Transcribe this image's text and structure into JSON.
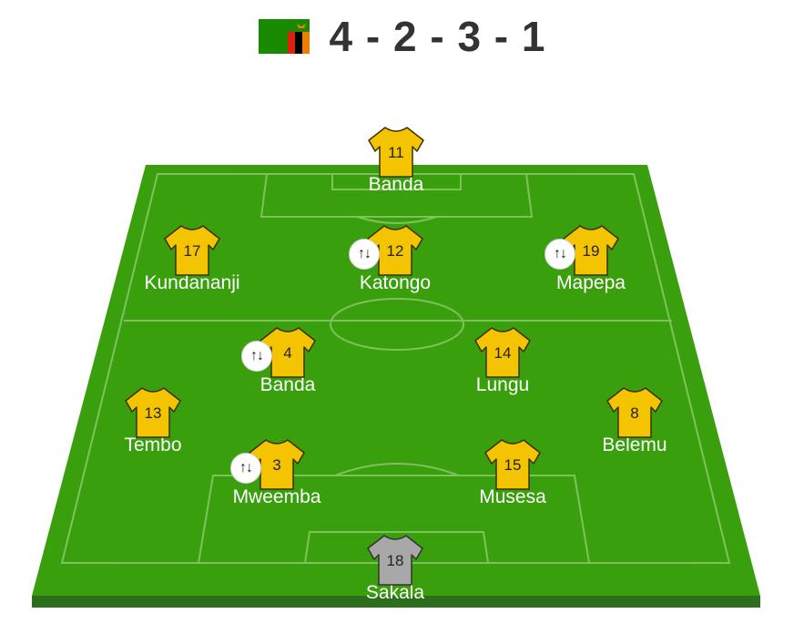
{
  "lineup": {
    "formation": "4 - 2 - 3 - 1",
    "team_flag": "zambia-flag",
    "colors": {
      "pitch": "#3a9f0d",
      "pitch_edge": "#2c6e1c",
      "outfield_shirt": "#f5c400",
      "goalkeeper_shirt": "#a8a8a8"
    }
  },
  "players": [
    {
      "id": "p11",
      "number": "11",
      "name": "Banda",
      "position": "ST",
      "substituted": false,
      "goalkeeper": false
    },
    {
      "id": "p17",
      "number": "17",
      "name": "Kundananji",
      "position": "LW",
      "substituted": false,
      "goalkeeper": false
    },
    {
      "id": "p12",
      "number": "12",
      "name": "Katongo",
      "position": "AM",
      "substituted": true,
      "goalkeeper": false
    },
    {
      "id": "p19",
      "number": "19",
      "name": "Mapepa",
      "position": "RW",
      "substituted": true,
      "goalkeeper": false
    },
    {
      "id": "p4",
      "number": "4",
      "name": "Banda",
      "position": "DM",
      "substituted": true,
      "goalkeeper": false
    },
    {
      "id": "p14",
      "number": "14",
      "name": "Lungu",
      "position": "DM",
      "substituted": false,
      "goalkeeper": false
    },
    {
      "id": "p13",
      "number": "13",
      "name": "Tembo",
      "position": "LB",
      "substituted": false,
      "goalkeeper": false
    },
    {
      "id": "p8",
      "number": "8",
      "name": "Belemu",
      "position": "RB",
      "substituted": false,
      "goalkeeper": false
    },
    {
      "id": "p3",
      "number": "3",
      "name": "Mweemba",
      "position": "CB",
      "substituted": true,
      "goalkeeper": false
    },
    {
      "id": "p15",
      "number": "15",
      "name": "Musesa",
      "position": "CB",
      "substituted": false,
      "goalkeeper": false
    },
    {
      "id": "p18",
      "number": "18",
      "name": "Sakala",
      "position": "GK",
      "substituted": false,
      "goalkeeper": true
    }
  ]
}
